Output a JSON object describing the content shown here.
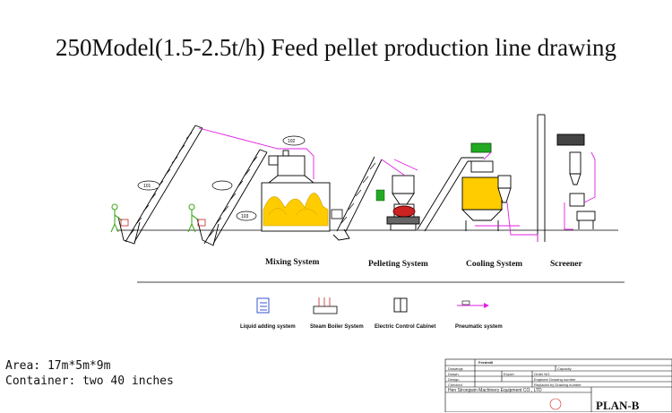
{
  "title": "250Model(1.5-2.5t/h) Feed pellet production line drawing",
  "callouts": {
    "c101": "101",
    "c102": "102",
    "c103": "103"
  },
  "systems": {
    "mixing": "Mixing System",
    "pelleting": "Pelleting System",
    "cooling": "Cooling System",
    "screener": "Screener"
  },
  "legend": {
    "liquid": "Liquid adding system",
    "steam": "Steam Boiler System",
    "electric": "Electric Control Cabinet",
    "pneumatic": "Pneumatic system"
  },
  "info": {
    "area": "Area:  17m*5m*9m",
    "container": "Container: two 40 inches"
  },
  "title_block": {
    "r1": "Feedmill",
    "r2a": "Drawings",
    "r2b": "Capacity",
    "r3a": "Drawn",
    "r3b": "Export",
    "r3c": "Order NO.",
    "r4a": "Design",
    "r4b": "Engineer Drawing number",
    "r5a": "Checked",
    "r5b": "Replaced by Drawing number",
    "company": "Hen Strongwin Machinery Equipment CO., LTD",
    "plan": "PLAN-B"
  },
  "colors": {
    "line": "#000000",
    "pneumatic": "#e020e0",
    "highlight": "#ffcc00",
    "worker": "#44aa22",
    "motor": "#cc2222"
  }
}
